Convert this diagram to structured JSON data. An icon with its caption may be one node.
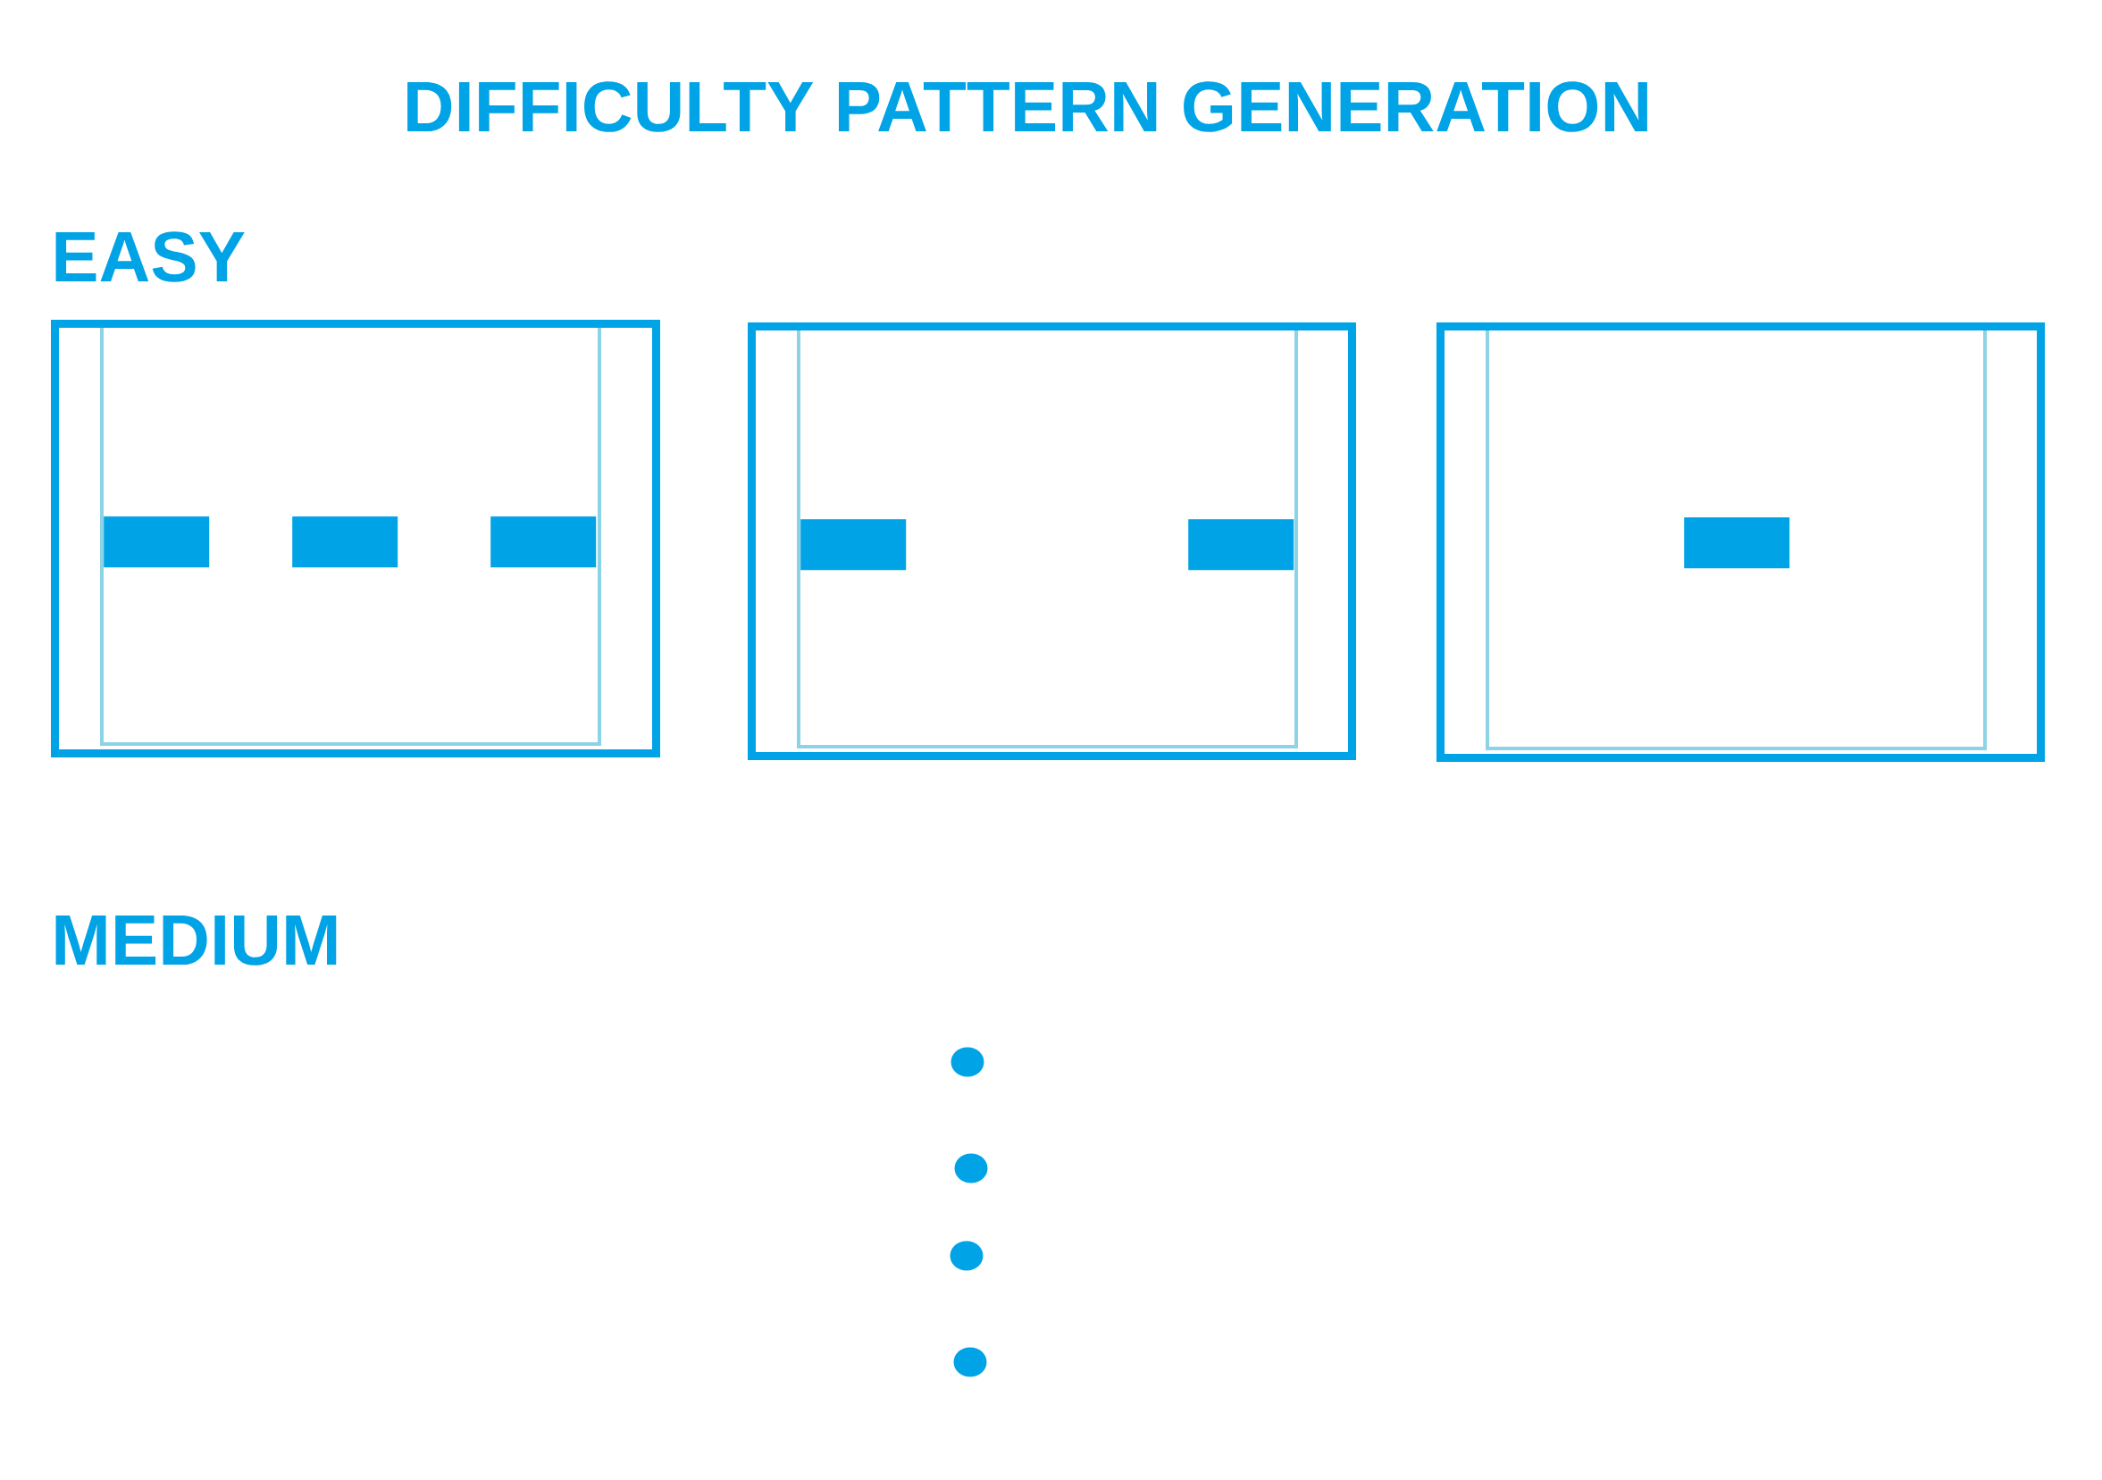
{
  "diagram": {
    "title": "DIFFICULTY PATTERN GENERATION",
    "nodes": [
      {
        "text": [],
        "shape": "box"
      },
      {
        "text": [],
        "shape": "bar",
        "in": 0
      },
      {
        "text": [],
        "shape": "bar",
        "in": 0
      },
      {
        "text": [],
        "shape": "bar",
        "in": 0
      },
      {
        "text": [],
        "shape": "box"
      },
      {
        "text": [],
        "shape": "bar",
        "in": 4
      },
      {
        "text": [],
        "shape": "bar",
        "in": 4
      },
      {
        "text": [],
        "shape": "box"
      },
      {
        "text": [],
        "shape": "bar",
        "in": 7
      }
    ],
    "labels": [
      "EASY",
      "MEDIUM"
    ]
  }
}
